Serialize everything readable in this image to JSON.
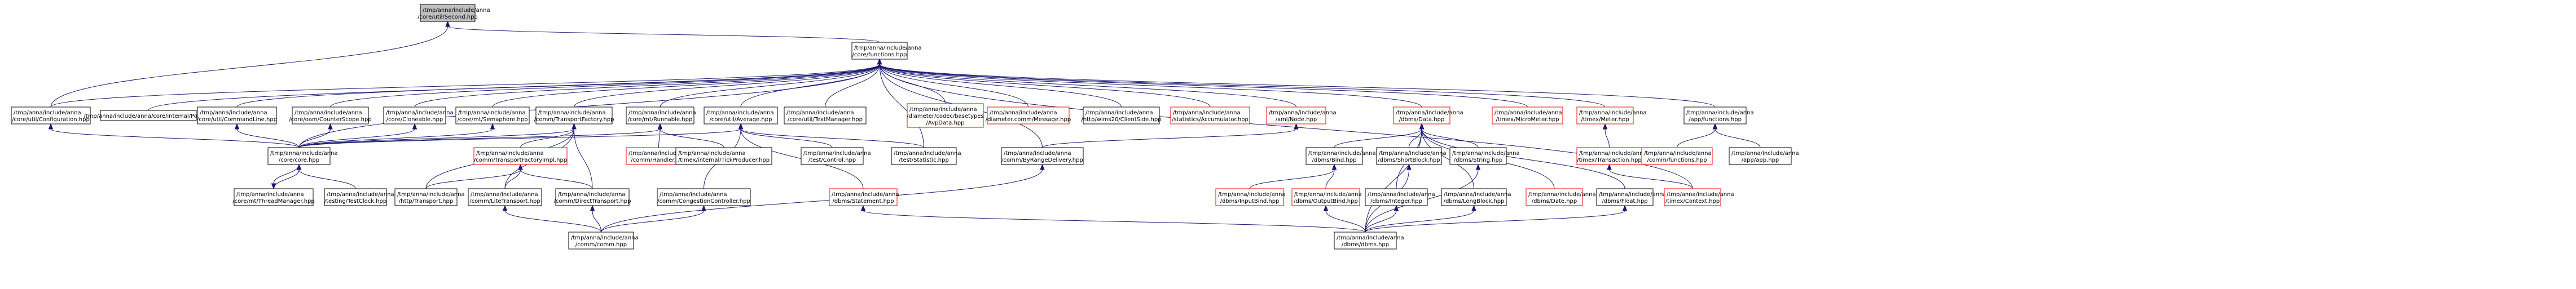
{
  "nodes": [
    {
      "id": "second",
      "lines": [
        "/tmp/anna/include/anna",
        "/core/util/Second.hpp"
      ],
      "root": true
    },
    {
      "id": "functions",
      "lines": [
        "/tmp/anna/include/anna",
        "/core/functions.hpp"
      ]
    },
    {
      "id": "configuration",
      "lines": [
        "/tmp/anna/include/anna",
        "/core/util/Configuration.hpp"
      ]
    },
    {
      "id": "poll",
      "lines": [
        "/tmp/anna/include/anna/core/internal/Poll.hpp"
      ]
    },
    {
      "id": "commandline",
      "lines": [
        "/tmp/anna/include/anna",
        "/core/util/CommandLine.hpp"
      ]
    },
    {
      "id": "counterscope",
      "lines": [
        "/tmp/anna/include/anna",
        "/core/oam/CounterScope.hpp"
      ]
    },
    {
      "id": "cloneable",
      "lines": [
        "/tmp/anna/include/anna",
        "/core/Cloneable.hpp"
      ]
    },
    {
      "id": "semaphore",
      "lines": [
        "/tmp/anna/include/anna",
        "/core/mt/Semaphore.hpp"
      ]
    },
    {
      "id": "transportfactory",
      "lines": [
        "/tmp/anna/include/anna",
        "/comm/TransportFactory.hpp"
      ]
    },
    {
      "id": "runnable",
      "lines": [
        "/tmp/anna/include/anna",
        "/core/mt/Runnable.hpp"
      ]
    },
    {
      "id": "average",
      "lines": [
        "/tmp/anna/include/anna",
        "/core/util/Average.hpp"
      ]
    },
    {
      "id": "textmanager",
      "lines": [
        "/tmp/anna/include/anna",
        "/core/util/TextManager.hpp"
      ]
    },
    {
      "id": "avpdata",
      "lines": [
        "/tmp/anna/include/anna",
        "/diameter/codec/basetypes",
        "/AvpData.hpp"
      ],
      "red": true
    },
    {
      "id": "diammessage",
      "lines": [
        "/tmp/anna/include/anna",
        "/diameter.comm/Message.hpp"
      ],
      "red": true
    },
    {
      "id": "clientside",
      "lines": [
        "/tmp/anna/include/anna",
        "/http/wims20/ClientSide.hpp"
      ]
    },
    {
      "id": "accumulator",
      "lines": [
        "/tmp/anna/include/anna",
        "/statistics/Accumulator.hpp"
      ],
      "red": true
    },
    {
      "id": "xmlnode",
      "lines": [
        "/tmp/anna/include/anna",
        "/xml/Node.hpp"
      ],
      "red": true
    },
    {
      "id": "data",
      "lines": [
        "/tmp/anna/include/anna",
        "/dbms/Data.hpp"
      ],
      "red": true
    },
    {
      "id": "micrometer",
      "lines": [
        "/tmp/anna/include/anna",
        "/timex/MicroMeter.hpp"
      ],
      "red": true
    },
    {
      "id": "meter",
      "lines": [
        "/tmp/anna/include/anna",
        "/timex/Meter.hpp"
      ],
      "red": true
    },
    {
      "id": "appfunctions",
      "lines": [
        "/tmp/anna/include/anna",
        "/app/functions.hpp"
      ]
    },
    {
      "id": "corehpp",
      "lines": [
        "/tmp/anna/include/anna",
        "/core/core.hpp"
      ]
    },
    {
      "id": "factoryimpl",
      "lines": [
        "/tmp/anna/include/anna",
        "/comm/TransportFactoryImpl.hpp"
      ],
      "red": true
    },
    {
      "id": "handler",
      "lines": [
        "/tmp/anna/include/anna",
        "/comm/Handler.hpp"
      ],
      "red": true
    },
    {
      "id": "tickproducer",
      "lines": [
        "/tmp/anna/include/anna",
        "/timex/internal/TickProducer.hpp"
      ]
    },
    {
      "id": "testcontrol",
      "lines": [
        "/tmp/anna/include/anna",
        "/test/Control.hpp"
      ]
    },
    {
      "id": "statistic",
      "lines": [
        "/tmp/anna/include/anna",
        "/test/Statistic.hpp"
      ]
    },
    {
      "id": "byrange",
      "lines": [
        "/tmp/anna/include/anna",
        "/comm/ByRangeDelivery.hpp"
      ]
    },
    {
      "id": "bind",
      "lines": [
        "/tmp/anna/include/anna",
        "/dbms/Bind.hpp"
      ]
    },
    {
      "id": "shortblock",
      "lines": [
        "/tmp/anna/include/anna",
        "/dbms/ShortBlock.hpp"
      ]
    },
    {
      "id": "string",
      "lines": [
        "/tmp/anna/include/anna",
        "/dbms/String.hpp"
      ]
    },
    {
      "id": "transaction",
      "lines": [
        "/tmp/anna/include/anna",
        "/timex/Transaction.hpp"
      ],
      "red": true
    },
    {
      "id": "commfunctions",
      "lines": [
        "/tmp/anna/include/anna",
        "/comm/functions.hpp"
      ],
      "red": true
    },
    {
      "id": "apphpp",
      "lines": [
        "/tmp/anna/include/anna",
        "/app/app.hpp"
      ]
    },
    {
      "id": "threadmanager",
      "lines": [
        "/tmp/anna/include/anna",
        "/core/mt/ThreadManager.hpp"
      ]
    },
    {
      "id": "testclock",
      "lines": [
        "/tmp/anna/include/anna",
        "/testing/TestClock.hpp"
      ]
    },
    {
      "id": "httptransport",
      "lines": [
        "/tmp/anna/include/anna",
        "/http/Transport.hpp"
      ]
    },
    {
      "id": "litetransport",
      "lines": [
        "/tmp/anna/include/anna",
        "/comm/LiteTransport.hpp"
      ]
    },
    {
      "id": "directtransport",
      "lines": [
        "/tmp/anna/include/anna",
        "/comm/DirectTransport.hpp"
      ]
    },
    {
      "id": "congestion",
      "lines": [
        "/tmp/anna/include/anna",
        "/comm/CongestionController.hpp"
      ]
    },
    {
      "id": "statement",
      "lines": [
        "/tmp/anna/include/anna",
        "/dbms/Statement.hpp"
      ],
      "red": true
    },
    {
      "id": "inputbind",
      "lines": [
        "/tmp/anna/include/anna",
        "/dbms/InputBind.hpp"
      ],
      "red": true
    },
    {
      "id": "outputbind",
      "lines": [
        "/tmp/anna/include/anna",
        "/dbms/OutputBind.hpp"
      ],
      "red": true
    },
    {
      "id": "integer",
      "lines": [
        "/tmp/anna/include/anna",
        "/dbms/Integer.hpp"
      ]
    },
    {
      "id": "longblock",
      "lines": [
        "/tmp/anna/include/anna",
        "/dbms/LongBlock.hpp"
      ]
    },
    {
      "id": "date",
      "lines": [
        "/tmp/anna/include/anna",
        "/dbms/Date.hpp"
      ],
      "red": true
    },
    {
      "id": "float",
      "lines": [
        "/tmp/anna/include/anna",
        "/dbms/Float.hpp"
      ]
    },
    {
      "id": "context",
      "lines": [
        "/tmp/anna/include/anna",
        "/timex/Context.hpp"
      ],
      "red": true
    },
    {
      "id": "commhpp",
      "lines": [
        "/tmp/anna/include/anna",
        "/comm/comm.hpp"
      ]
    },
    {
      "id": "dbmshpp",
      "lines": [
        "/tmp/anna/include/anna",
        "/dbms/dbms.hpp"
      ]
    }
  ],
  "edges": [
    [
      "functions",
      "second"
    ],
    [
      "configuration",
      "second"
    ],
    [
      "configuration",
      "functions"
    ],
    [
      "poll",
      "functions"
    ],
    [
      "commandline",
      "functions"
    ],
    [
      "counterscope",
      "functions"
    ],
    [
      "cloneable",
      "functions"
    ],
    [
      "semaphore",
      "functions"
    ],
    [
      "transportfactory",
      "functions"
    ],
    [
      "runnable",
      "functions"
    ],
    [
      "average",
      "functions"
    ],
    [
      "textmanager",
      "functions"
    ],
    [
      "avpdata",
      "functions"
    ],
    [
      "diammessage",
      "functions"
    ],
    [
      "clientside",
      "functions"
    ],
    [
      "accumulator",
      "functions"
    ],
    [
      "xmlnode",
      "functions"
    ],
    [
      "data",
      "functions"
    ],
    [
      "micrometer",
      "functions"
    ],
    [
      "meter",
      "functions"
    ],
    [
      "appfunctions",
      "functions"
    ],
    [
      "corehpp",
      "functions"
    ],
    [
      "statistic",
      "functions"
    ],
    [
      "byrange",
      "functions"
    ],
    [
      "context",
      "functions"
    ],
    [
      "corehpp",
      "configuration"
    ],
    [
      "corehpp",
      "commandline"
    ],
    [
      "corehpp",
      "counterscope"
    ],
    [
      "corehpp",
      "cloneable"
    ],
    [
      "corehpp",
      "semaphore"
    ],
    [
      "corehpp",
      "runnable"
    ],
    [
      "corehpp",
      "average"
    ],
    [
      "corehpp",
      "transportfactory"
    ],
    [
      "factoryimpl",
      "transportfactory"
    ],
    [
      "httptransport",
      "transportfactory"
    ],
    [
      "litetransport",
      "transportfactory"
    ],
    [
      "directtransport",
      "transportfactory"
    ],
    [
      "handler",
      "runnable"
    ],
    [
      "tickproducer",
      "runnable"
    ],
    [
      "testcontrol",
      "average"
    ],
    [
      "statistic",
      "average"
    ],
    [
      "congestion",
      "average"
    ],
    [
      "statement",
      "average"
    ],
    [
      "byrange",
      "xmlnode"
    ],
    [
      "bind",
      "data"
    ],
    [
      "shortblock",
      "data"
    ],
    [
      "string",
      "data"
    ],
    [
      "integer",
      "data"
    ],
    [
      "longblock",
      "data"
    ],
    [
      "date",
      "data"
    ],
    [
      "float",
      "data"
    ],
    [
      "dbmshpp",
      "data"
    ],
    [
      "transaction",
      "meter"
    ],
    [
      "context",
      "transaction"
    ],
    [
      "commfunctions",
      "appfunctions"
    ],
    [
      "apphpp",
      "appfunctions"
    ],
    [
      "threadmanager",
      "corehpp"
    ],
    [
      "testclock",
      "corehpp"
    ],
    [
      "corehpp",
      "threadmanager"
    ],
    [
      "httptransport",
      "factoryimpl"
    ],
    [
      "litetransport",
      "factoryimpl"
    ],
    [
      "directtransport",
      "factoryimpl"
    ],
    [
      "commhpp",
      "litetransport"
    ],
    [
      "commhpp",
      "directtransport"
    ],
    [
      "commhpp",
      "congestion"
    ],
    [
      "commhpp",
      "byrange"
    ],
    [
      "inputbind",
      "bind"
    ],
    [
      "outputbind",
      "bind"
    ],
    [
      "dbmshpp",
      "outputbind"
    ],
    [
      "dbmshpp",
      "integer"
    ],
    [
      "dbmshpp",
      "longblock"
    ],
    [
      "dbmshpp",
      "shortblock"
    ],
    [
      "dbmshpp",
      "string"
    ],
    [
      "dbmshpp",
      "statement"
    ],
    [
      "dbmshpp",
      "float"
    ]
  ]
}
